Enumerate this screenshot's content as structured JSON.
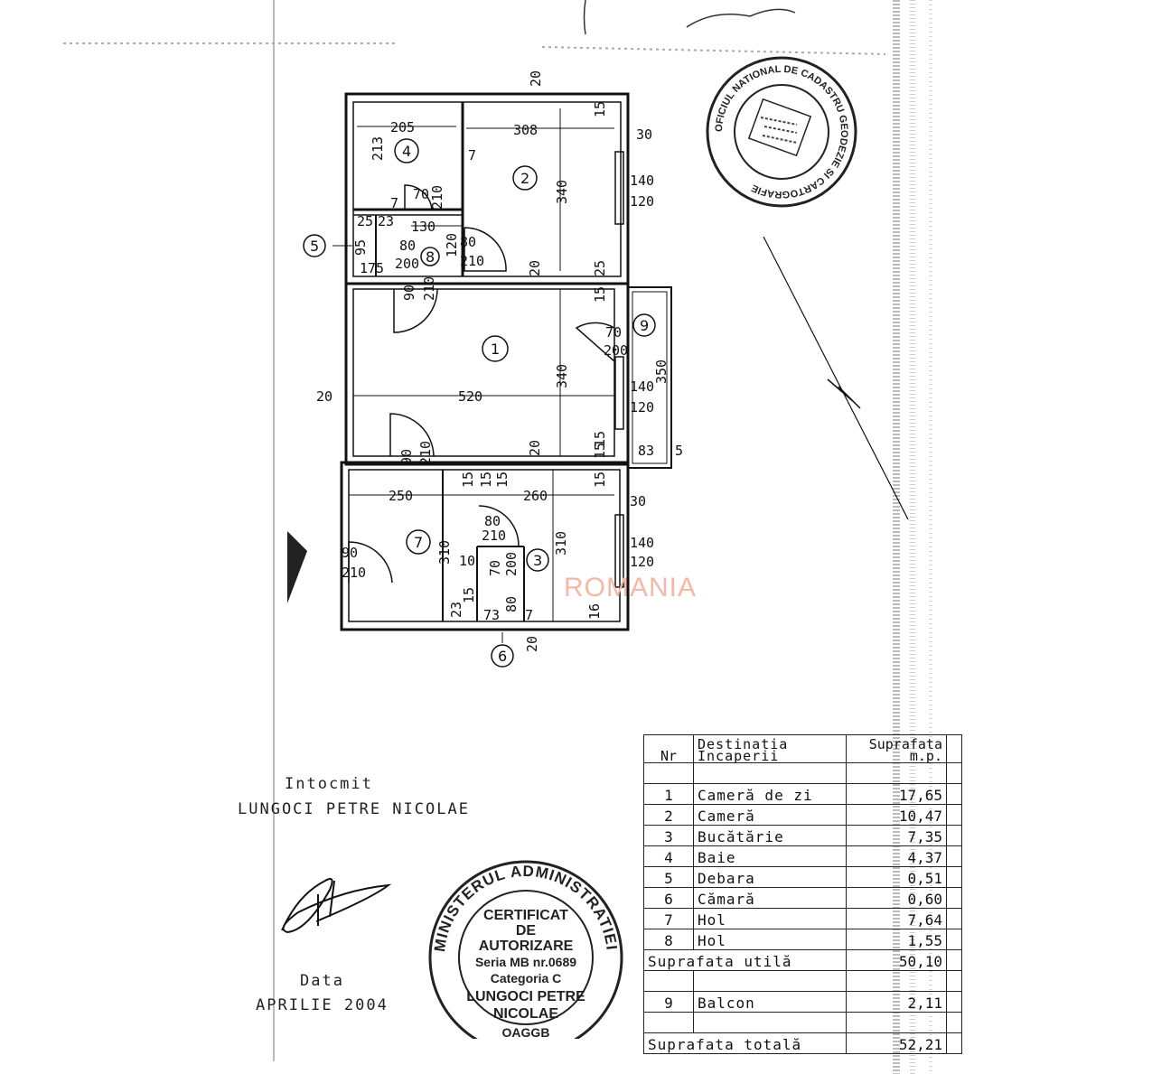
{
  "plan": {
    "rooms": [
      {
        "num": "1"
      },
      {
        "num": "2"
      },
      {
        "num": "3"
      },
      {
        "num": "4"
      },
      {
        "num": "5"
      },
      {
        "num": "6"
      },
      {
        "num": "7"
      },
      {
        "num": "8"
      },
      {
        "num": "9"
      }
    ],
    "dims": {
      "top_20": "20",
      "r4_205": "205",
      "r4_213": "213",
      "r2_308": "308",
      "r2_30": "30",
      "r2_340": "340",
      "r2_win_140": "140",
      "r2_win_120": "120",
      "r4_door_70": "70",
      "r4_door_210": "210",
      "r4_7a": "7",
      "r4_7b": "7",
      "r5_25": "25",
      "r5_23": "23",
      "r8_130": "130",
      "r5_95": "95",
      "r5_175": "175",
      "r5_door_80": "80",
      "r5_door_200": "200",
      "r8_120": "120",
      "r2_door_80": "80",
      "r2_door_210": "210",
      "r2_20": "20",
      "r2_25": "25",
      "r8_door_90": "90",
      "r8_door_210": "210",
      "r1_20_left": "20",
      "r1_520": "520",
      "r1_340": "340",
      "r1_door_70": "70",
      "r1_door_200": "200",
      "r1_win_140": "140",
      "r1_win_120": "120",
      "r9_350": "350",
      "r1_20_bottom": "20",
      "r1_door_90": "90",
      "r1_door_210": "210",
      "r1_15a": "15",
      "r1_15b": "15",
      "r9_83": "83",
      "r9_5": "5",
      "r7_250": "250",
      "r3_260": "260",
      "r3_30": "30",
      "r3_15": "15",
      "r6_15a": "15",
      "r6_15b": "15",
      "r6_15c": "15",
      "r7_door_80": "80",
      "r7_door_210": "210",
      "r7_310": "310",
      "r3_310": "310",
      "r3_win_140": "140",
      "r3_win_120": "120",
      "r7_ent_90": "90",
      "r7_ent_210": "210",
      "r6_10": "10",
      "r6_door_70": "70",
      "r6_door_200": "200",
      "r6_80": "80",
      "r6_23": "23",
      "r6_15d": "15",
      "r6_73": "73",
      "r6_7": "7",
      "r3_16": "16",
      "bottom_20": "20",
      "r2_15": "15",
      "r1_15c": "15"
    },
    "watermark": "ROMANIA"
  },
  "author": {
    "label": "Intocmit",
    "name": "LUNGOCI PETRE NICOLAE",
    "date_label": "Data",
    "date": "APRILIE 2004"
  },
  "stamp_ministry": {
    "ring": "MINISTERUL ADMINISTRATIEI PUBLICE",
    "line1": "CERTIFICAT",
    "line2": "DE",
    "line3": "AUTORIZARE",
    "line4": "Seria MB nr.0689",
    "line5": "Categoria C",
    "line6": "LUNGOCI PETRE",
    "line7": "NICOLAE",
    "line8": "OAGGB"
  },
  "stamp_cadastru": {
    "ring": "OFICIUL NATIONAL DE CADASTRU GEODEZIE SI CARTOGRAFIE"
  },
  "table": {
    "headers": {
      "nr": "Nr",
      "dest1": "Destinatia",
      "dest2": "Incaperii",
      "sup1": "Suprafata",
      "sup2": "m.p."
    },
    "rows": [
      {
        "nr": "1",
        "name": "Cameră de zi",
        "area": "17,65"
      },
      {
        "nr": "2",
        "name": "Cameră",
        "area": "10,47"
      },
      {
        "nr": "3",
        "name": "Bucătărie",
        "area": "7,35"
      },
      {
        "nr": "4",
        "name": "Baie",
        "area": "4,37"
      },
      {
        "nr": "5",
        "name": "Debara",
        "area": "0,51"
      },
      {
        "nr": "6",
        "name": "Cămară",
        "area": "0,60"
      },
      {
        "nr": "7",
        "name": "Hol",
        "area": "7,64"
      },
      {
        "nr": "8",
        "name": "Hol",
        "area": "1,55"
      }
    ],
    "useful_label": "Suprafata utilă",
    "useful_value": "50,10",
    "balcony": {
      "nr": "9",
      "name": "Balcon",
      "area": "2,11"
    },
    "total_label": "Suprafata totală",
    "total_value": "52,21"
  }
}
